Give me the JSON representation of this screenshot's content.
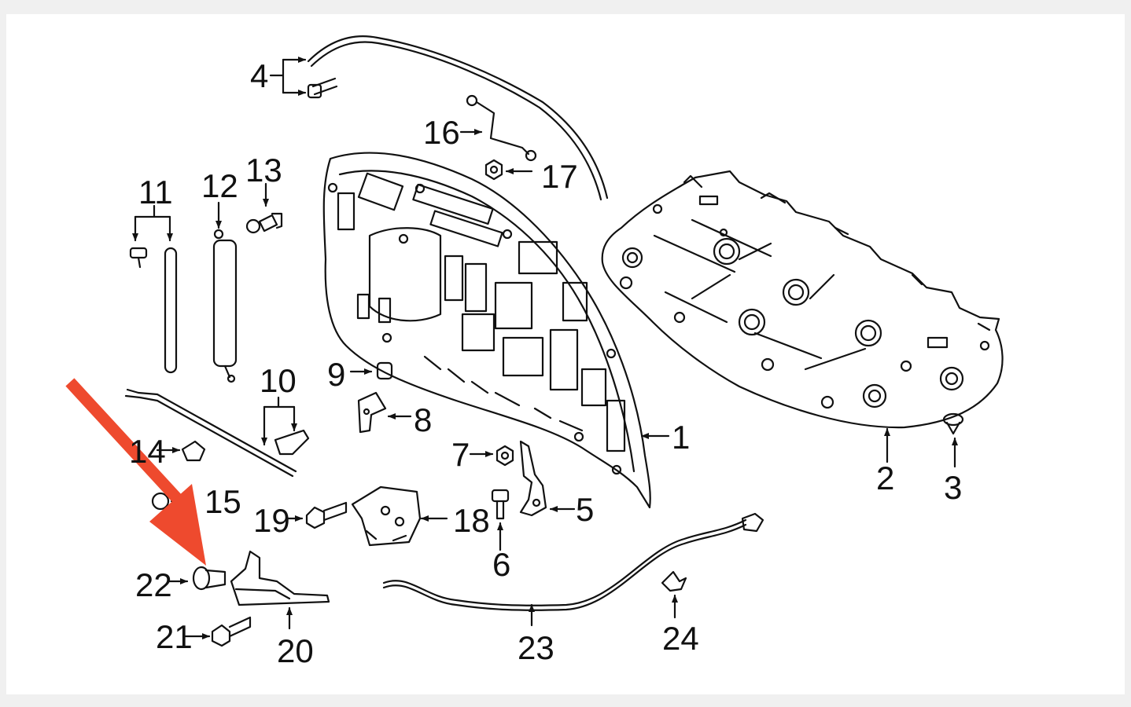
{
  "diagram": {
    "callouts": [
      "1",
      "2",
      "3",
      "4",
      "5",
      "6",
      "7",
      "8",
      "9",
      "10",
      "11",
      "12",
      "13",
      "14",
      "15",
      "16",
      "17",
      "18",
      "19",
      "20",
      "21",
      "22",
      "23",
      "24"
    ],
    "highlight": {
      "target": "22",
      "arrow_color": "#ee4a2e"
    }
  }
}
